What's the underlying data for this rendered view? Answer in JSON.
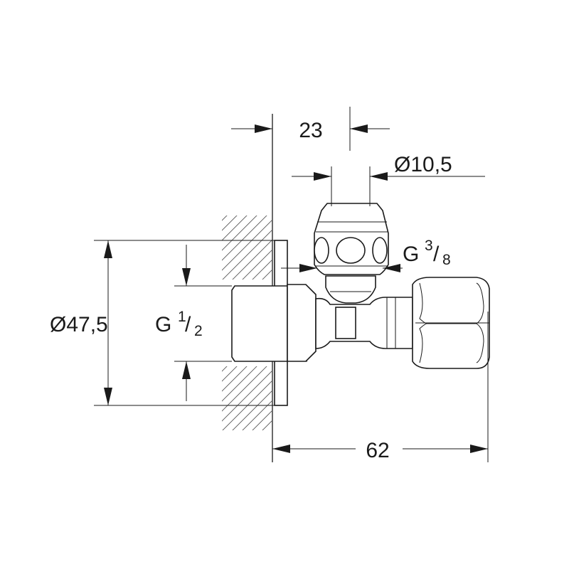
{
  "dimensions": {
    "width_top": "23",
    "outlet_diameter": "Ø10,5",
    "outlet_thread_prefix": "G",
    "outlet_thread_num": "3",
    "outlet_thread_den": "8",
    "flange_diameter": "Ø47,5",
    "inlet_thread_prefix": "G",
    "inlet_thread_num": "1",
    "inlet_thread_den": "2",
    "overall_length": "62"
  }
}
